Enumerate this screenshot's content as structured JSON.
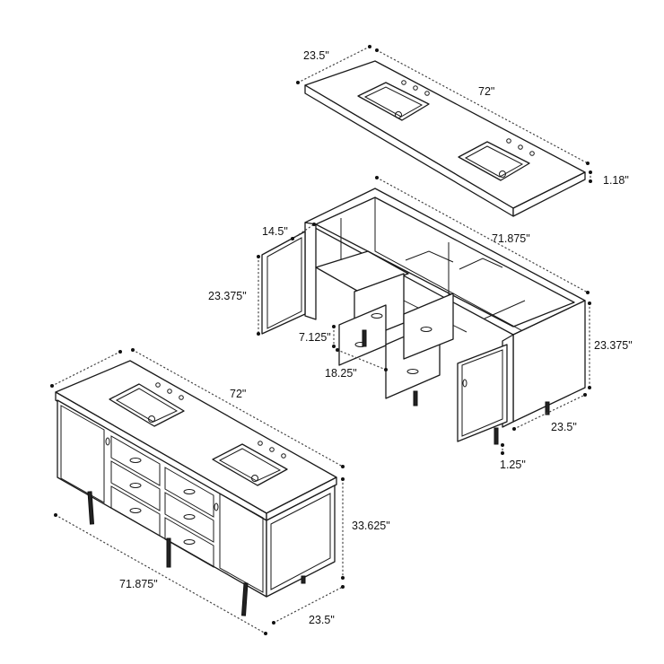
{
  "dimensions": {
    "top_depth": "23.5\"",
    "top_width": "72\"",
    "top_thickness": "1.18\"",
    "cab_depth_top": "14.5\"",
    "cab_width": "71.875\"",
    "door_height": "23.375\"",
    "cab_height": "23.375\"",
    "drawer_height": "7.125\"",
    "drawer_width": "18.25\"",
    "cab_depth": "23.5\"",
    "leg_height": "1.25\"",
    "assembled_width_top": "72\"",
    "assembled_height": "33.625\"",
    "assembled_width": "71.875\"",
    "assembled_depth": "23.5\""
  }
}
